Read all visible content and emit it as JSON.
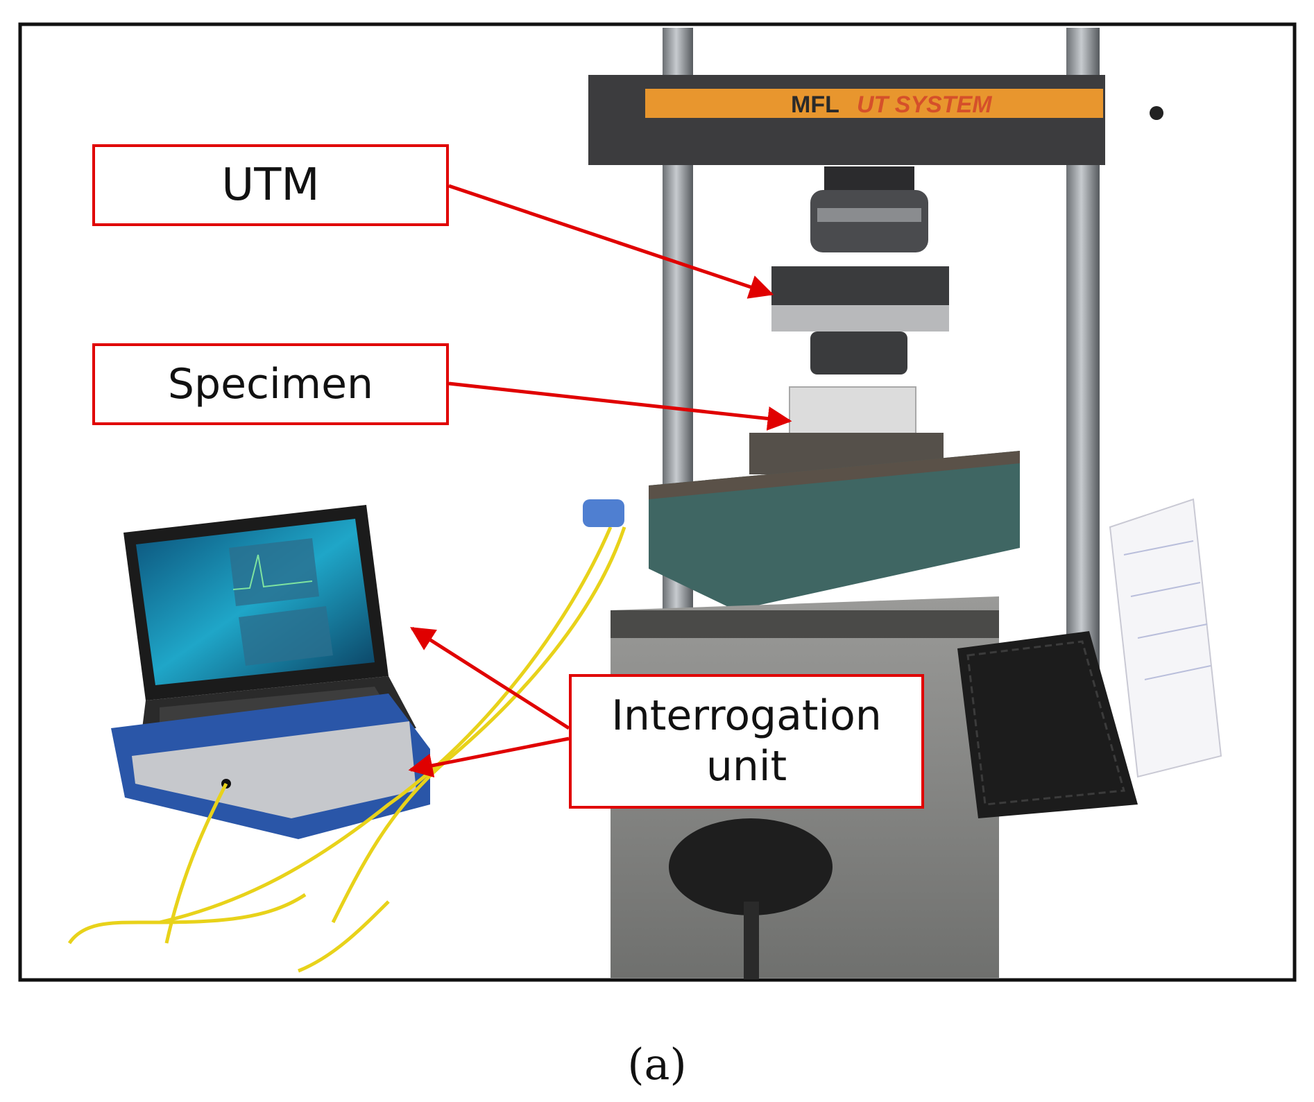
{
  "labels": {
    "utm": "UTM",
    "specimen": "Specimen",
    "interrogation_line1": "Interrogation",
    "interrogation_line2": "unit"
  },
  "equipment_text": {
    "brand": "MFL",
    "system": "UT SYSTEM"
  },
  "caption": "(a)",
  "colors": {
    "annotation_red": "#e00000",
    "frame_orange": "#e8962e",
    "machine_gray": "#3c3c3e",
    "base_teal": "#3f6663",
    "interrogator_blue": "#2a56a8",
    "cable_yellow": "#e8d21a",
    "screen_cyan": "#1fa6c8"
  }
}
